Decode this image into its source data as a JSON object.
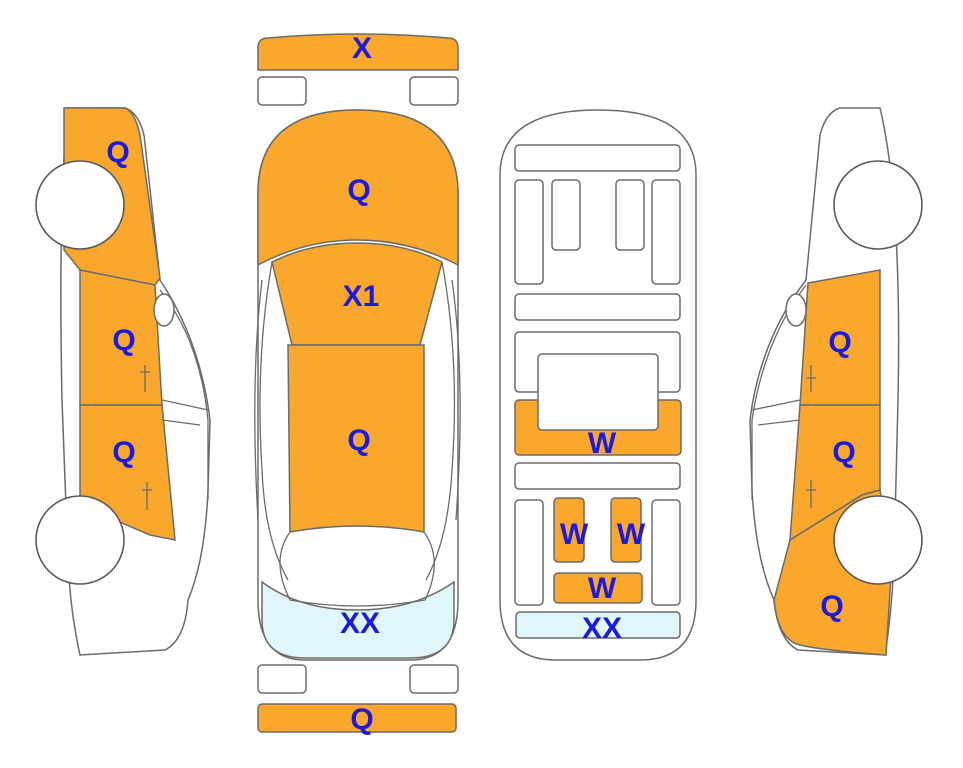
{
  "colors": {
    "damage": "#F9A82D",
    "glass": "#E0F6FB",
    "code_text": "#1A1AE0",
    "outline": "#6B6B6B"
  },
  "codes": {
    "front_bumper": "X",
    "rear_bumper": "Q",
    "hood": "Q",
    "windshield": "X1",
    "roof": "Q",
    "rear_glass": "XX",
    "underbody_mid": "W",
    "underbody_left": "W",
    "underbody_right": "W",
    "underbody_rear": "W",
    "underbody_glass": "XX",
    "left_fender": "Q",
    "left_front_door": "Q",
    "left_rear_door": "Q",
    "right_front_door": "Q",
    "right_rear_door": "Q",
    "right_quarter": "Q"
  }
}
